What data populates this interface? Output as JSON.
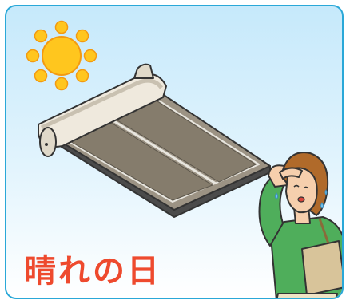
{
  "caption": {
    "text": "晴れの日"
  },
  "icons": {
    "sun": "sun-icon",
    "solar_heater": "solar-water-heater",
    "person": "person-wiping-sweat"
  },
  "colors": {
    "border": "#2aa8d8",
    "sky_top": "#c6e9fb",
    "caption": "#ee4a2e",
    "sun_body": "#ffc61e",
    "panel": "#857c6c"
  }
}
